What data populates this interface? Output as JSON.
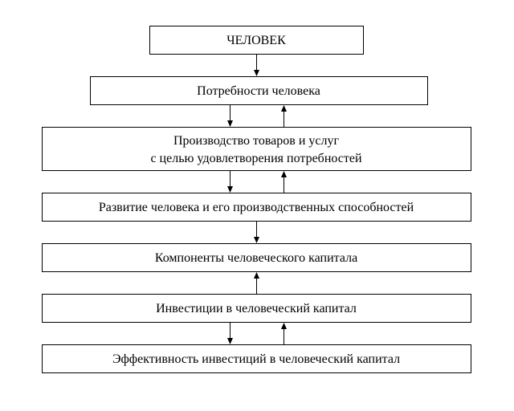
{
  "diagram": {
    "boxes": [
      {
        "label": "ЧЕЛОВЕК"
      },
      {
        "label": "Потребности человека"
      },
      {
        "label_line1": "Производство товаров и услуг",
        "label_line2": "с целью удовлетворения потребностей"
      },
      {
        "label": "Развитие человека и его производственных способностей"
      },
      {
        "label": "Компоненты человеческого капитала"
      },
      {
        "label": "Инвестиции в человеческий капитал"
      },
      {
        "label": "Эффективность инвестиций в человеческий капитал"
      }
    ],
    "edges": [
      {
        "from": "ЧЕЛОВЕК",
        "to": "Потребности человека"
      },
      {
        "from": "Потребности человека",
        "to": "Производство товаров и услуг"
      },
      {
        "from": "Производство товаров и услуг",
        "to": "Потребности человека"
      },
      {
        "from": "Производство товаров и услуг",
        "to": "Развитие человека"
      },
      {
        "from": "Развитие человека",
        "to": "Производство товаров и услуг"
      },
      {
        "from": "Развитие человека",
        "to": "Компоненты человеческого капитала"
      },
      {
        "from": "Инвестиции в человеческий капитал",
        "to": "Компоненты человеческого капитала"
      },
      {
        "from": "Инвестиции в человеческий капитал",
        "to": "Эффективность инвестиций"
      },
      {
        "from": "Эффективность инвестиций",
        "to": "Инвестиции в человеческий капитал"
      }
    ]
  }
}
